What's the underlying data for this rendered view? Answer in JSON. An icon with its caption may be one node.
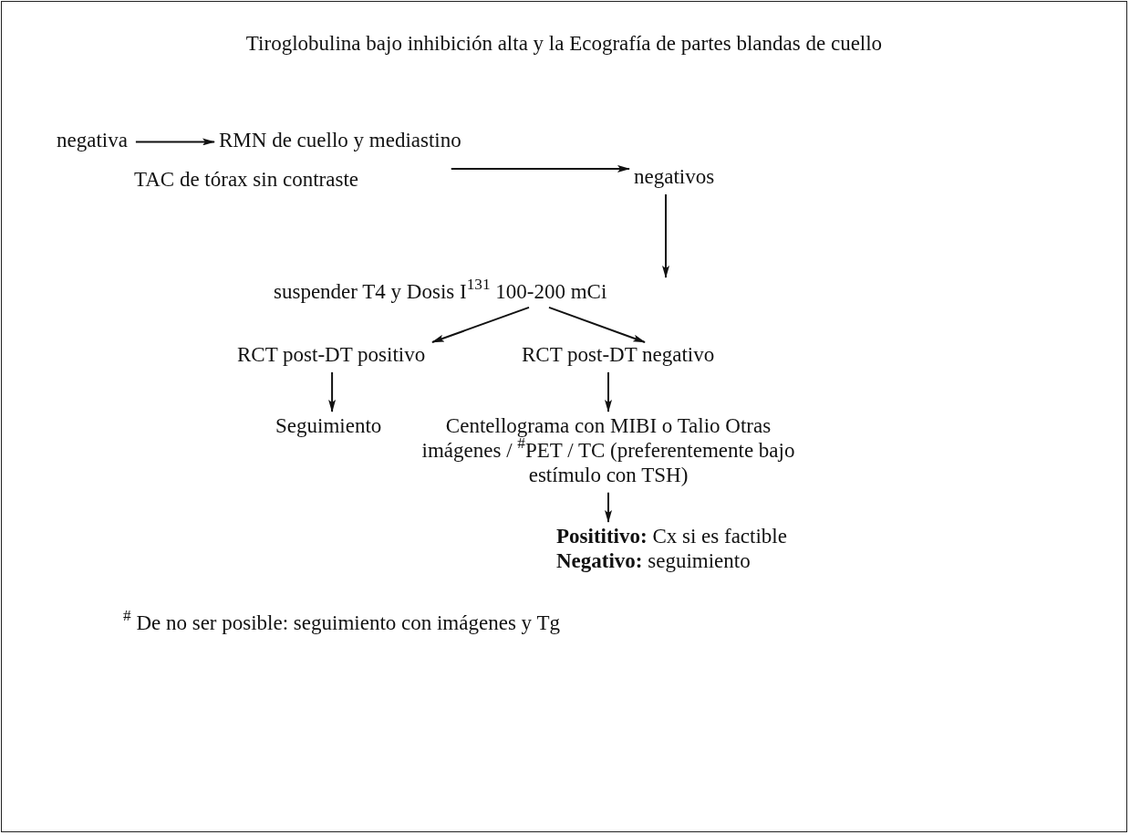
{
  "diagram": {
    "title": "Tiroglobulina bajo inhibición alta y la Ecografía de partes blandas de cuello",
    "nodes": [
      {
        "text": [
          "negativa"
        ]
      },
      {
        "text": [
          "RMN de cuello y mediastino"
        ]
      },
      {
        "text": [
          "TAC de tórax sin contraste"
        ]
      },
      {
        "text": [
          "negativos"
        ]
      },
      {
        "text": [
          "suspender T4 y Dosis I$^{131}$ 100-200 mCi"
        ]
      },
      {
        "text": [
          "RCT post-DT positivo"
        ]
      },
      {
        "text": [
          "RCT post-DT negativo"
        ]
      },
      {
        "text": [
          "Seguimiento"
        ]
      },
      {
        "text": [
          "Centellograma con MIBI o Talio Otras imágenes / $^{#}$PET / TC (preferentemente bajo estímulo con TSH)"
        ]
      },
      {
        "text": [
          "**Posititivo:** Cx si es factible",
          "**Negativo:** seguimiento"
        ]
      }
    ],
    "edges": [
      {
        "from": 0,
        "to": 1,
        "arrow": "to"
      },
      {
        "from": 1,
        "to": 3,
        "arrow": "to"
      },
      {
        "from": 3,
        "to": 4,
        "arrow": "to"
      },
      {
        "from": 4,
        "to": 5,
        "arrow": "to"
      },
      {
        "from": 4,
        "to": 6,
        "arrow": "to"
      },
      {
        "from": 5,
        "to": 7,
        "arrow": "to"
      },
      {
        "from": 6,
        "to": 8,
        "arrow": "to"
      },
      {
        "from": 8,
        "to": 9,
        "arrow": "to"
      }
    ],
    "labels": [
      "$^{#}$ De no ser posible: seguimiento con imágenes y Tg"
    ]
  }
}
